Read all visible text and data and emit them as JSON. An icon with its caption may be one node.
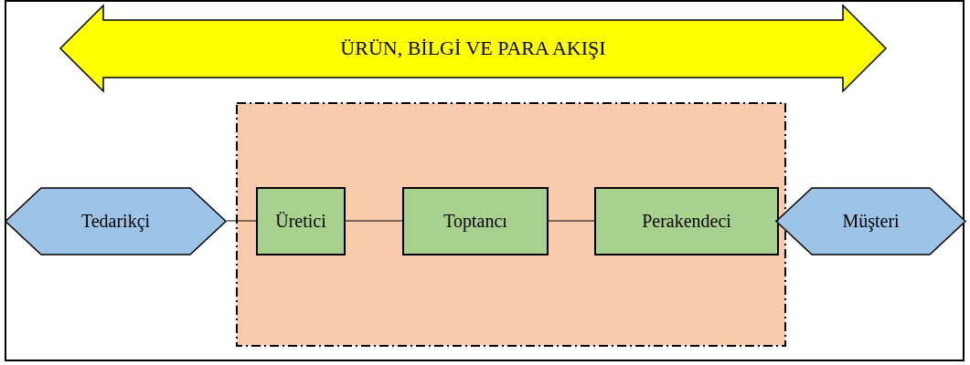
{
  "diagram": {
    "nodes": [
      {
        "text": [
          "ÜRÜN, BİLGİ VE PARA AKIŞI"
        ]
      },
      {
        "text": [],
        "shape": "box"
      },
      {
        "text": [
          "Tedarikçi"
        ]
      },
      {
        "text": [
          "Üretici"
        ],
        "in": 1
      },
      {
        "text": [
          "Toptancı"
        ],
        "in": 1
      },
      {
        "text": [
          "Perakendeci"
        ],
        "in": 1
      },
      {
        "text": [
          "Müşteri"
        ]
      }
    ],
    "edges": [
      {
        "from": 2,
        "to": 3,
        "arrow": "none"
      },
      {
        "from": 3,
        "to": 4,
        "arrow": "none"
      },
      {
        "from": 4,
        "to": 5,
        "arrow": "none"
      },
      {
        "from": 5,
        "to": 6,
        "arrow": "none"
      }
    ]
  }
}
